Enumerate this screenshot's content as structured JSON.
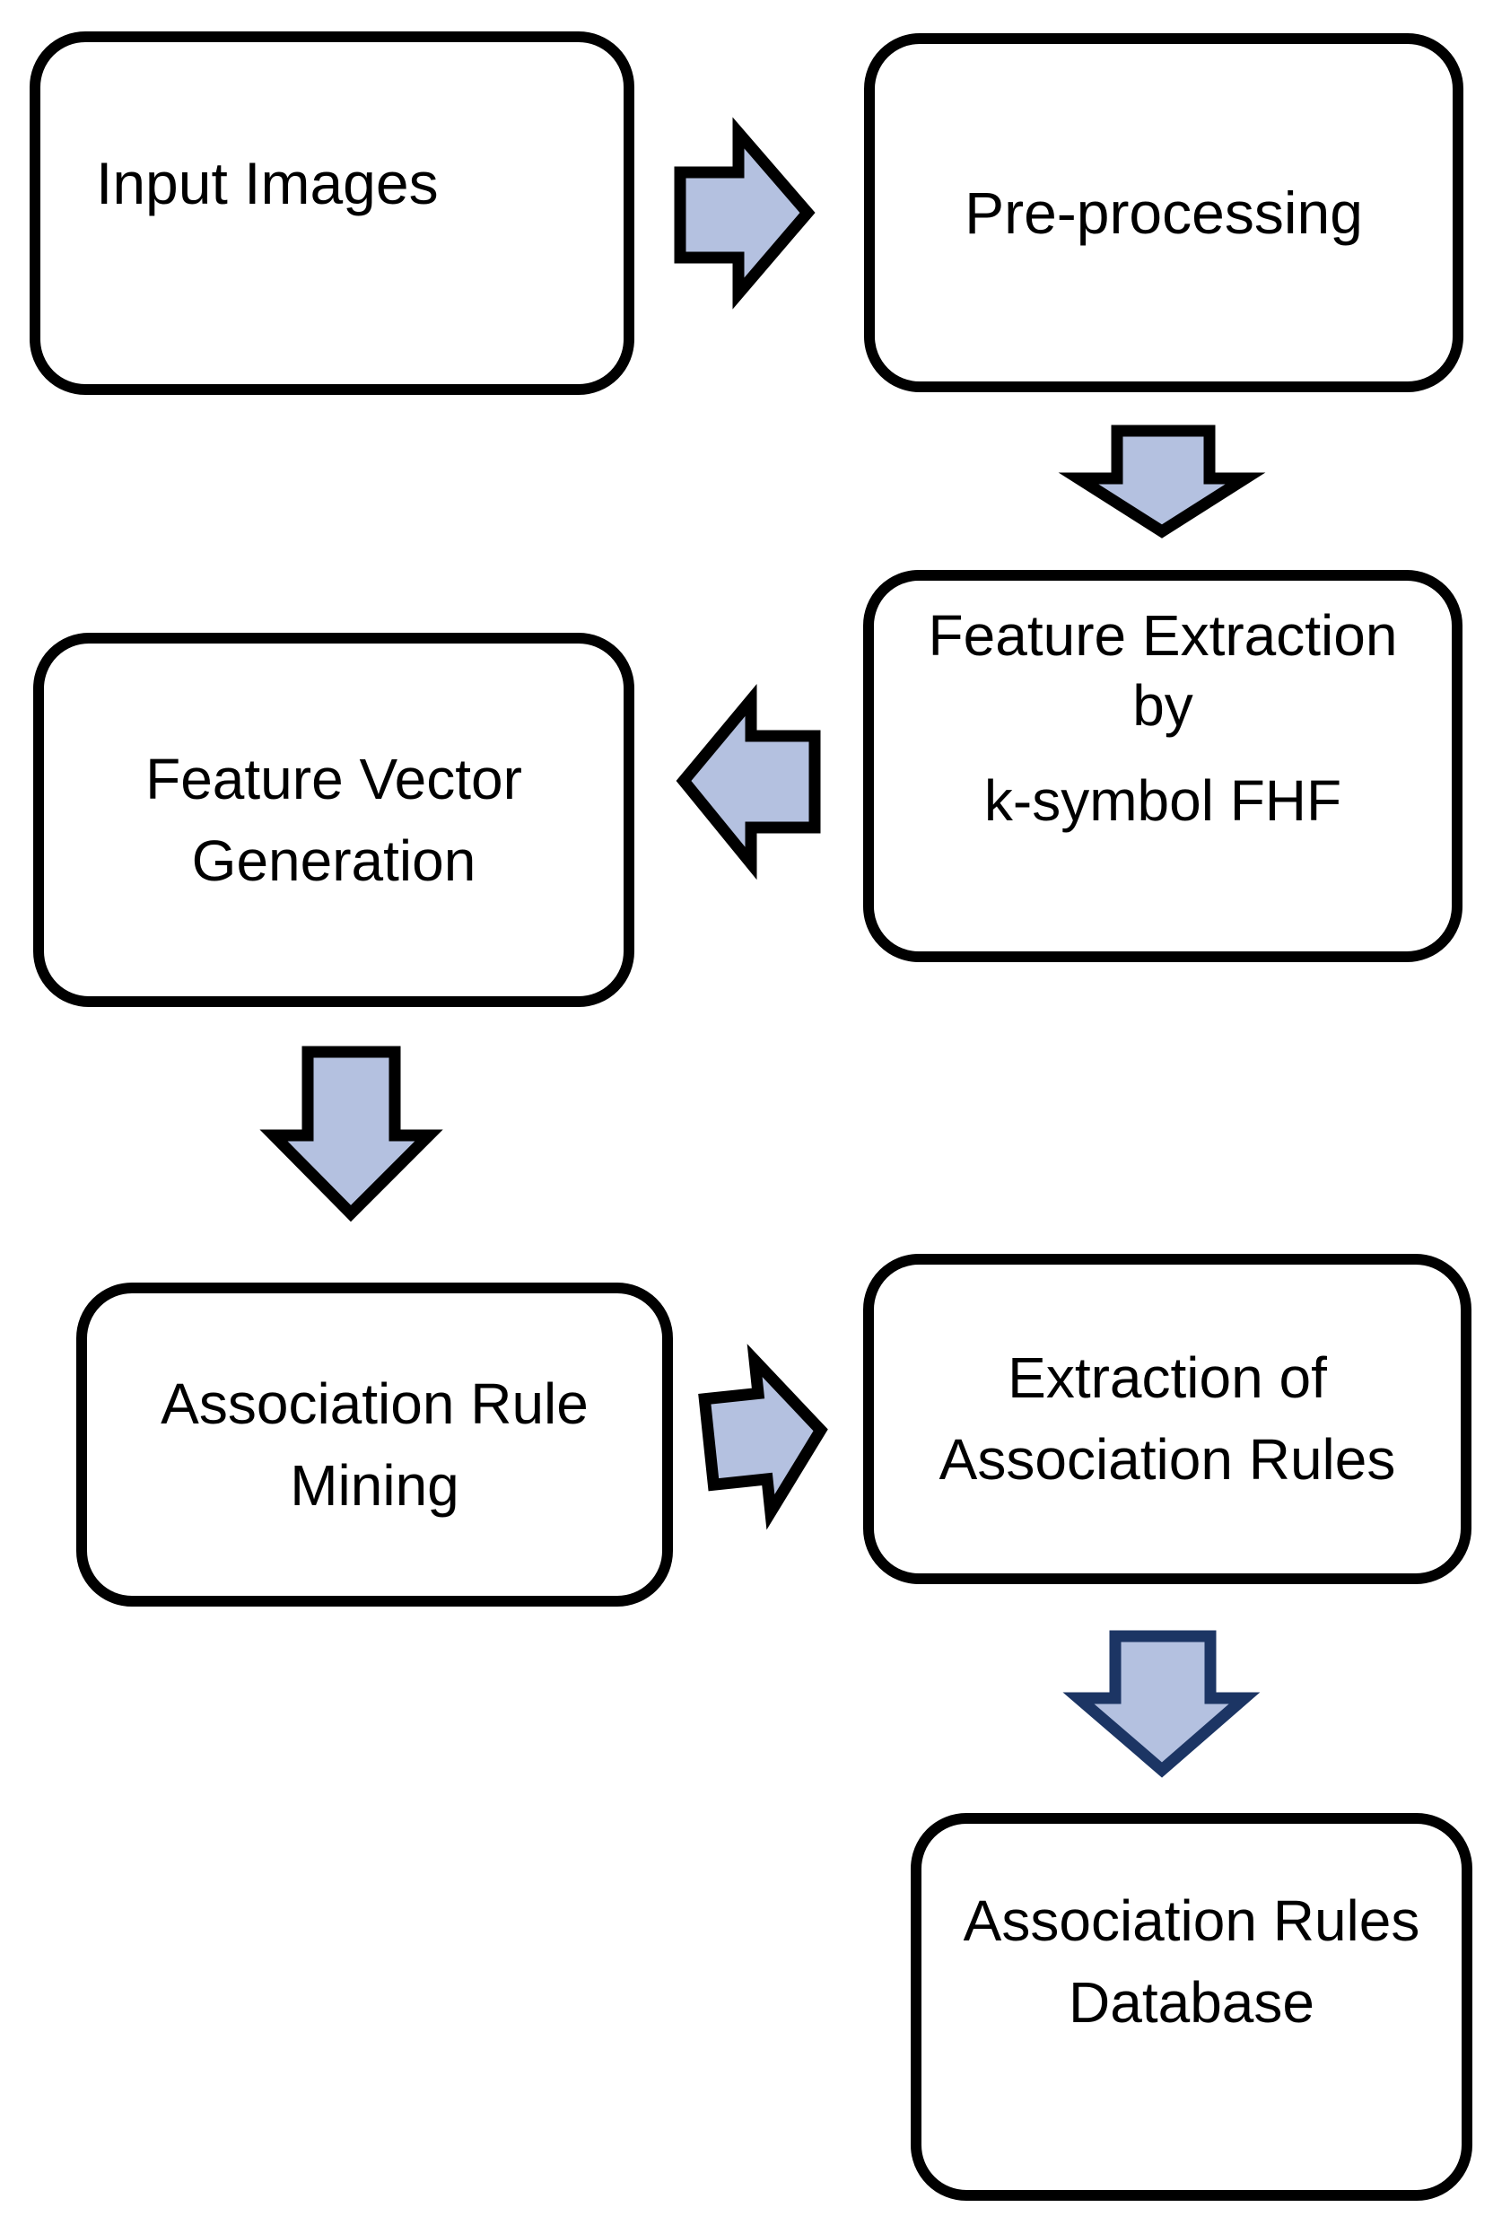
{
  "diagram": {
    "type": "flowchart",
    "colors": {
      "background": "#ffffff",
      "node_fill": "#ffffff",
      "node_border": "#000000",
      "text": "#000000",
      "arrow_fill": "#b4c1e0",
      "arrow_outline": "#000000",
      "arrow_outline_dark": "#1c3564"
    },
    "nodes": {
      "input_images": {
        "label": "Input Images"
      },
      "pre_processing": {
        "label": "Pre-processing"
      },
      "feature_extraction": {
        "line1": "Feature Extraction",
        "line2": "by",
        "line3": "k-symbol FHF"
      },
      "feature_vector_generation": {
        "line1": "Feature Vector",
        "line2": "Generation"
      },
      "association_rule_mining": {
        "line1": "Association Rule",
        "line2": "Mining"
      },
      "extraction_of_association_rules": {
        "line1": "Extraction of",
        "line2": "Association Rules"
      },
      "association_rules_database": {
        "line1": "Association Rules",
        "line2": "Database"
      }
    },
    "edges": [
      {
        "from": "input_images",
        "to": "pre_processing",
        "direction": "right"
      },
      {
        "from": "pre_processing",
        "to": "feature_extraction",
        "direction": "down"
      },
      {
        "from": "feature_extraction",
        "to": "feature_vector_generation",
        "direction": "left"
      },
      {
        "from": "feature_vector_generation",
        "to": "association_rule_mining",
        "direction": "down"
      },
      {
        "from": "association_rule_mining",
        "to": "extraction_of_association_rules",
        "direction": "right"
      },
      {
        "from": "extraction_of_association_rules",
        "to": "association_rules_database",
        "direction": "down"
      }
    ]
  }
}
